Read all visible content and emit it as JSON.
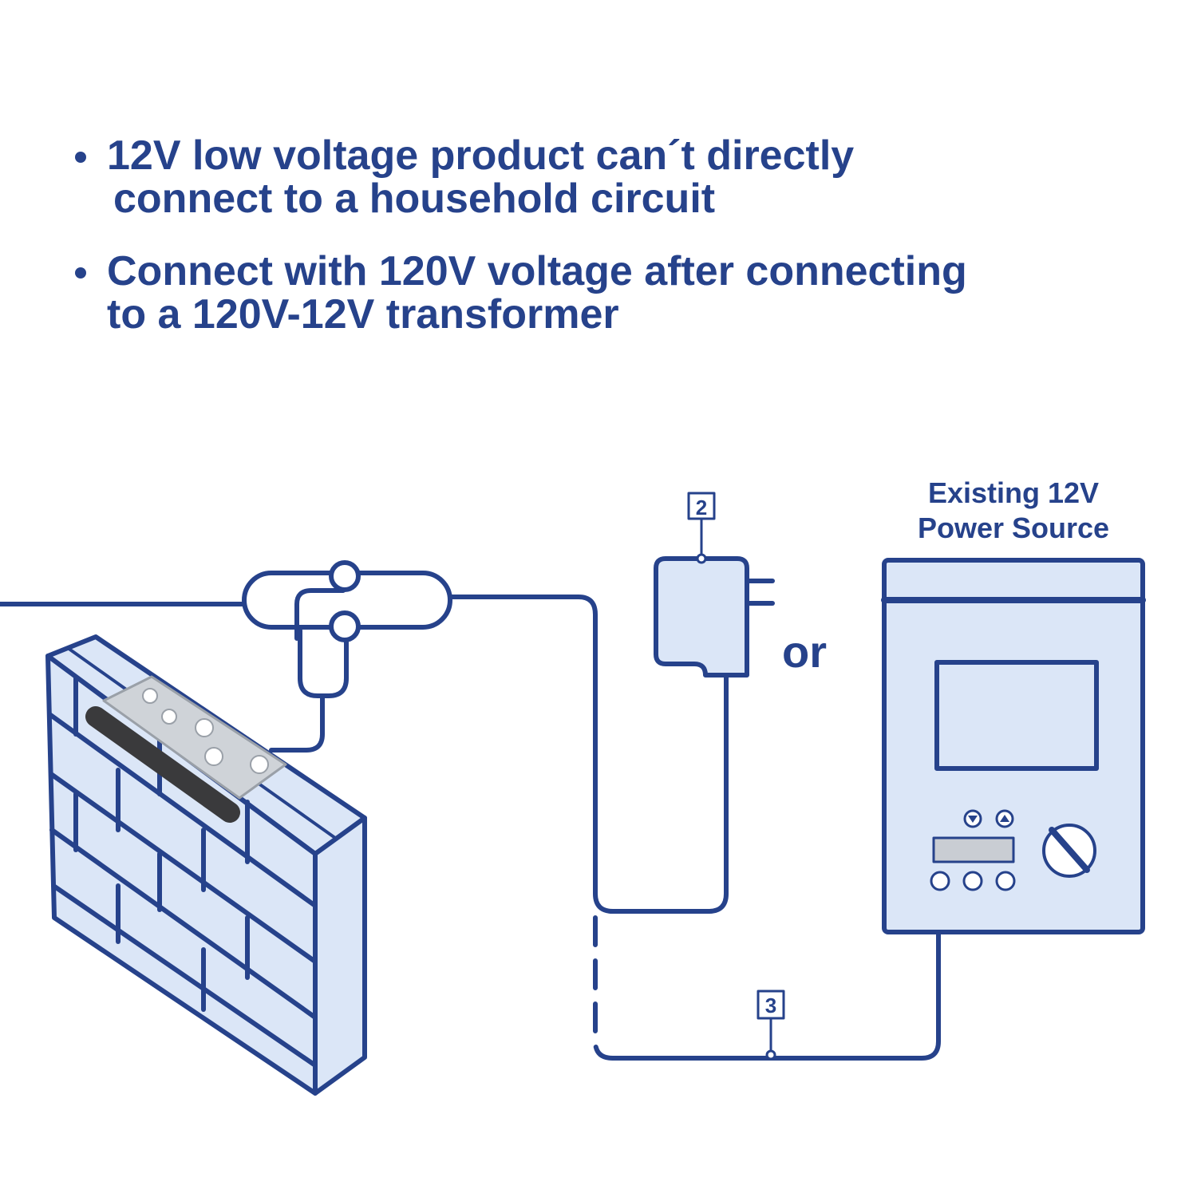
{
  "bullets": [
    {
      "line1": "12V low voltage product can´t directly",
      "line2": "connect to a household circuit"
    },
    {
      "line1": "Connect with 120V voltage after connecting",
      "line2": "to a 120V-12V transformer"
    }
  ],
  "diagram": {
    "or_label": "or",
    "power_source_title_line1": "Existing 12V",
    "power_source_title_line2": "Power Source",
    "callout_transformer": "2",
    "callout_cable": "3"
  },
  "colors": {
    "line": "#26428b",
    "fill": "#dbe6f7",
    "display": "#c9cdd3",
    "bracket": "#cfd3d8",
    "light_bar": "#3a3a3c"
  }
}
